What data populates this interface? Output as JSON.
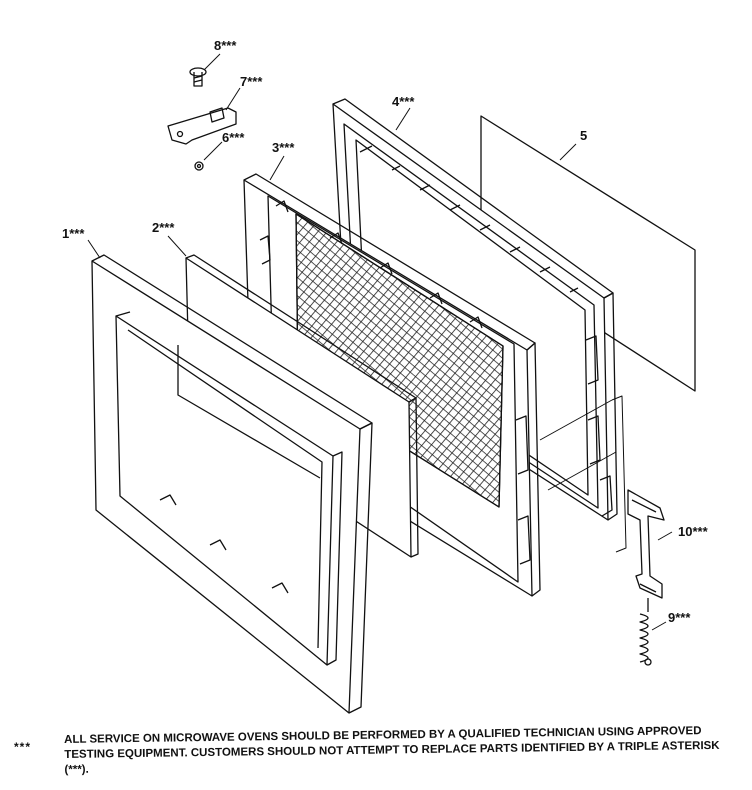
{
  "callouts": {
    "c1": "1***",
    "c2": "2***",
    "c3": "3***",
    "c4": "4***",
    "c5": "5",
    "c6": "6***",
    "c7": "7***",
    "c8": "8***",
    "c9": "9***",
    "c10": "10***"
  },
  "note": {
    "marker": "***",
    "text": "ALL SERVICE ON MICROWAVE OVENS SHOULD BE PERFORMED BY A QUALIFIED TECHNICIAN USING APPROVED TESTING EQUIPMENT. CUSTOMERS SHOULD NOT ATTEMPT TO REPLACE PARTS IDENTIFIED BY A TRIPLE ASTERISK (***)."
  }
}
